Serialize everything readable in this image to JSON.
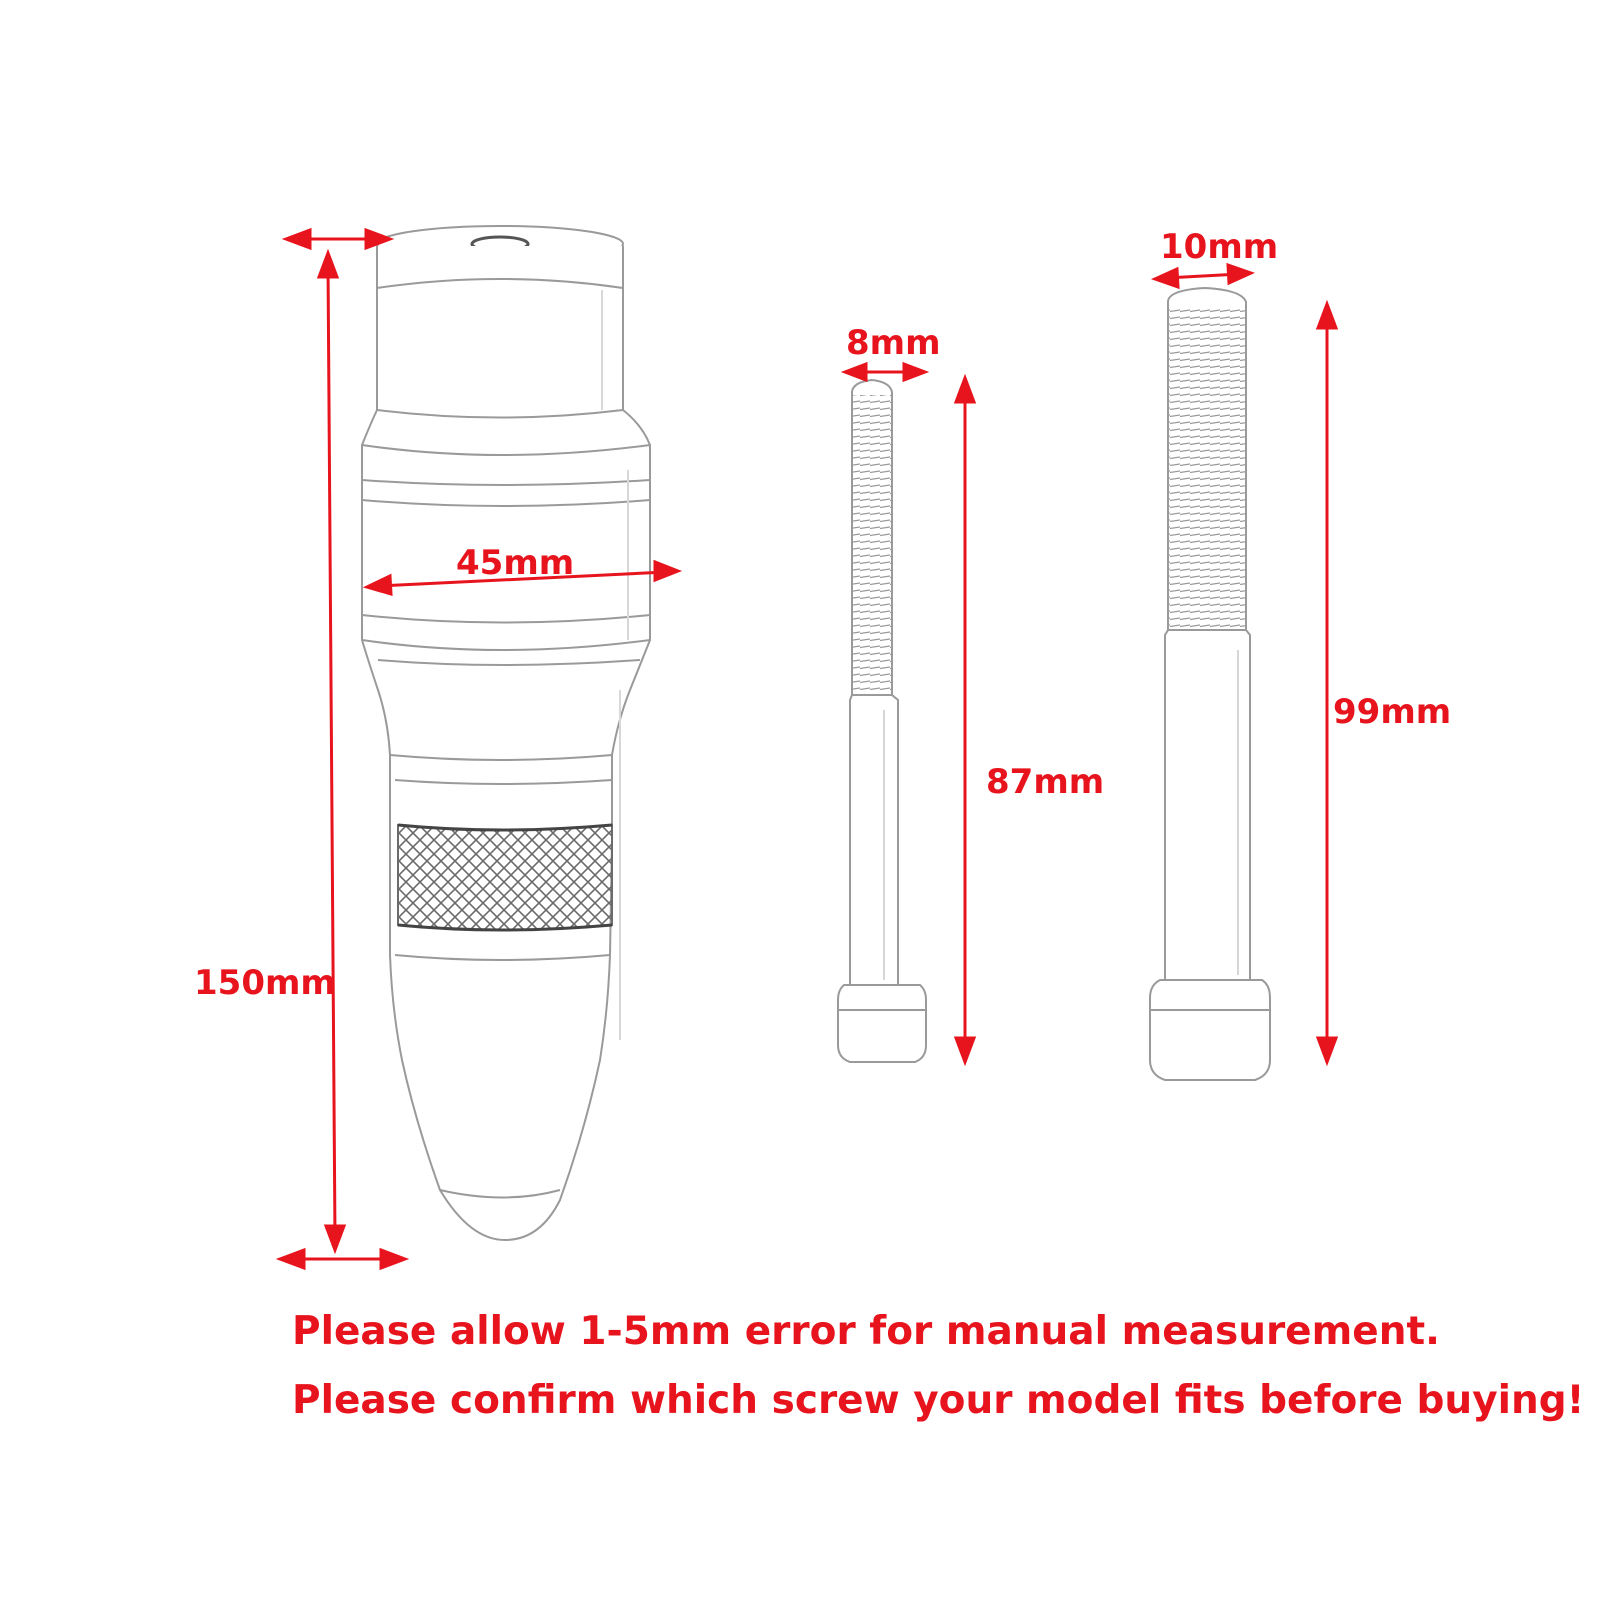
{
  "colors": {
    "accent": "#e8141d",
    "outline": "#9a9a9a",
    "detail": "#555555"
  },
  "parts": {
    "slider": {
      "diameter_label": "45mm",
      "length_label": "150mm"
    },
    "bolt_small": {
      "diameter_label": "8mm",
      "length_label": "87mm"
    },
    "bolt_large": {
      "diameter_label": "10mm",
      "length_label": "99mm"
    }
  },
  "notes": {
    "line1": "Please allow 1-5mm error for manual measurement.",
    "line2": "Please confirm which screw your model fits before buying!"
  }
}
